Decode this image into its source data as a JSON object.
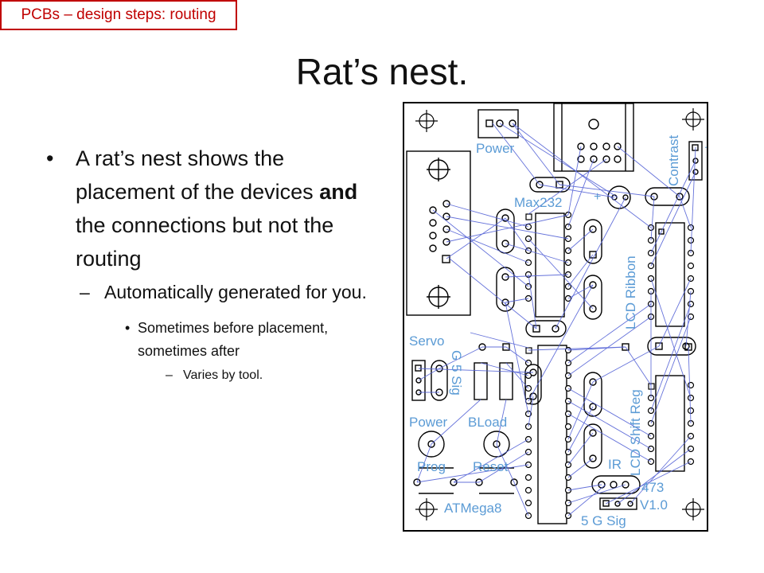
{
  "header_tag": "PCBs – design steps: routing",
  "title": "Rat’s nest.",
  "bullets": {
    "b1_pre": "A rat’s nest shows the placement of the devices ",
    "b1_bold": "and",
    "b1_post": " the connections but not the routing",
    "sub": "Automatically generated for you.",
    "subsub": "Sometimes before placement, sometimes after",
    "subsubsub": "Varies by tool."
  },
  "pcb_labels": {
    "power_top": "Power",
    "max232": "Max232",
    "plus": "+",
    "contrast": "Contrast",
    "dot": ".",
    "lcd_ribbon": "LCD Ribbon",
    "servo": "Servo",
    "g5sig_v": "G 5 Sig",
    "power_bottom": "Power",
    "bload": "BLoad",
    "prog": "Prog",
    "reset": "Reset",
    "ir": "IR",
    "lcd_shift_reg": "LCD Shift Reg",
    "n473": "473",
    "v10": "V1.0",
    "atmega8": "ATMega8",
    "g5sig_bottom": "5 G Sig"
  },
  "colors": {
    "tag_border": "#c00000",
    "label_blue": "#5b9bd5",
    "ratsnest": "#5563d6",
    "pcb_outline": "#000000"
  }
}
